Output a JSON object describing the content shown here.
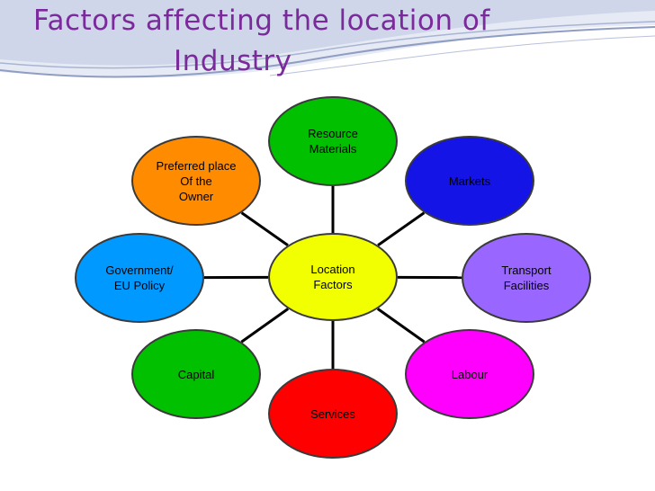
{
  "title": {
    "line1": "Factors affecting the location of",
    "line2": "Industry"
  },
  "center": {
    "lines": [
      "Location",
      "Factors"
    ],
    "color": "#f2ff00"
  },
  "nodes": [
    {
      "id": "resource-materials",
      "lines": [
        "Resource",
        "Materials"
      ],
      "color": "#00c000"
    },
    {
      "id": "markets",
      "lines": [
        "Markets"
      ],
      "color": "#1414e6"
    },
    {
      "id": "transport-facilities",
      "lines": [
        "Transport",
        "Facilities"
      ],
      "color": "#9966ff"
    },
    {
      "id": "labour",
      "lines": [
        "Labour"
      ],
      "color": "#ff00ff"
    },
    {
      "id": "services",
      "lines": [
        "Services"
      ],
      "color": "#ff0000"
    },
    {
      "id": "capital",
      "lines": [
        "Capital"
      ],
      "color": "#00c000"
    },
    {
      "id": "government-eu-policy",
      "lines": [
        "Government/",
        "EU Policy"
      ],
      "color": "#0099ff"
    },
    {
      "id": "preferred-place-of-owner",
      "lines": [
        "Preferred place",
        "Of the",
        "Owner"
      ],
      "color": "#ff8c00"
    }
  ],
  "colors": {
    "title": "#7a2a9a",
    "connector": "#000000",
    "swoosh_light": "#d9dff0",
    "swoosh_dark": "#8f9dc2"
  }
}
